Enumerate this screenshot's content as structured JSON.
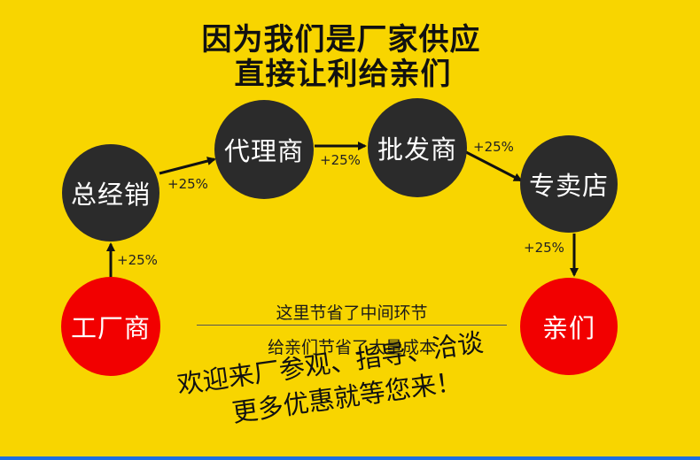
{
  "title": {
    "line1": "因为我们是厂家供应",
    "line2": "直接让利给亲们"
  },
  "nodes": {
    "factory": "工厂商",
    "general": "总经销",
    "agent": "代理商",
    "wholesale": "批发商",
    "store": "专卖店",
    "dear": "亲们"
  },
  "markups": [
    "+25%",
    "+25%",
    "+25%",
    "+25%",
    "+25%"
  ],
  "notes": {
    "saved": "这里节省了中间环节",
    "benefit": "给亲们节省了大量成本"
  },
  "slogan": {
    "line1": "欢迎来厂参观、指导、洽谈",
    "line2": "更多优惠就等您来！"
  },
  "colors": {
    "background": "#F8D500",
    "dark_node": "#2B2B2B",
    "red_node": "#F20000",
    "arrow": "#111111",
    "bottom_bar": "#1E6FE0"
  }
}
